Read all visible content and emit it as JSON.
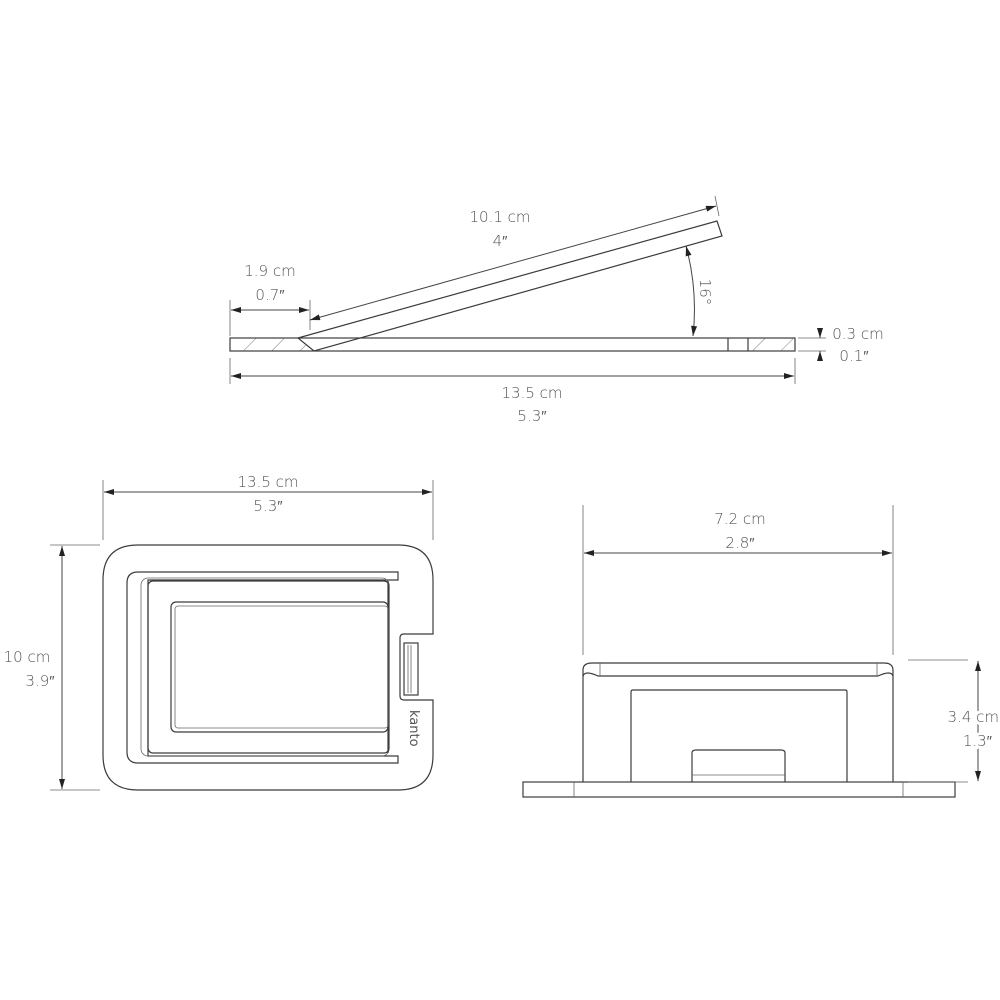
{
  "side_tilt_view": {
    "hinge_offset": {
      "metric": "1.9 cm",
      "imperial": "0.7″"
    },
    "plate_length": {
      "metric": "10.1 cm",
      "imperial": "4″"
    },
    "tilt_angle": "16°",
    "thickness": {
      "metric": "0.3 cm",
      "imperial": "0.1″"
    },
    "base_length": {
      "metric": "13.5 cm",
      "imperial": "5.3″"
    }
  },
  "front_view": {
    "width": {
      "metric": "13.5 cm",
      "imperial": "5.3″"
    },
    "height": {
      "metric": "10 cm",
      "imperial": "3.9″"
    },
    "logo": "kanto"
  },
  "profile_view": {
    "width": {
      "metric": "7.2 cm",
      "imperial": "2.8″"
    },
    "height": {
      "metric": "3.4 cm",
      "imperial": "1.3″"
    }
  },
  "colors": {
    "line": "#3c3c3c",
    "text": "#555555"
  }
}
